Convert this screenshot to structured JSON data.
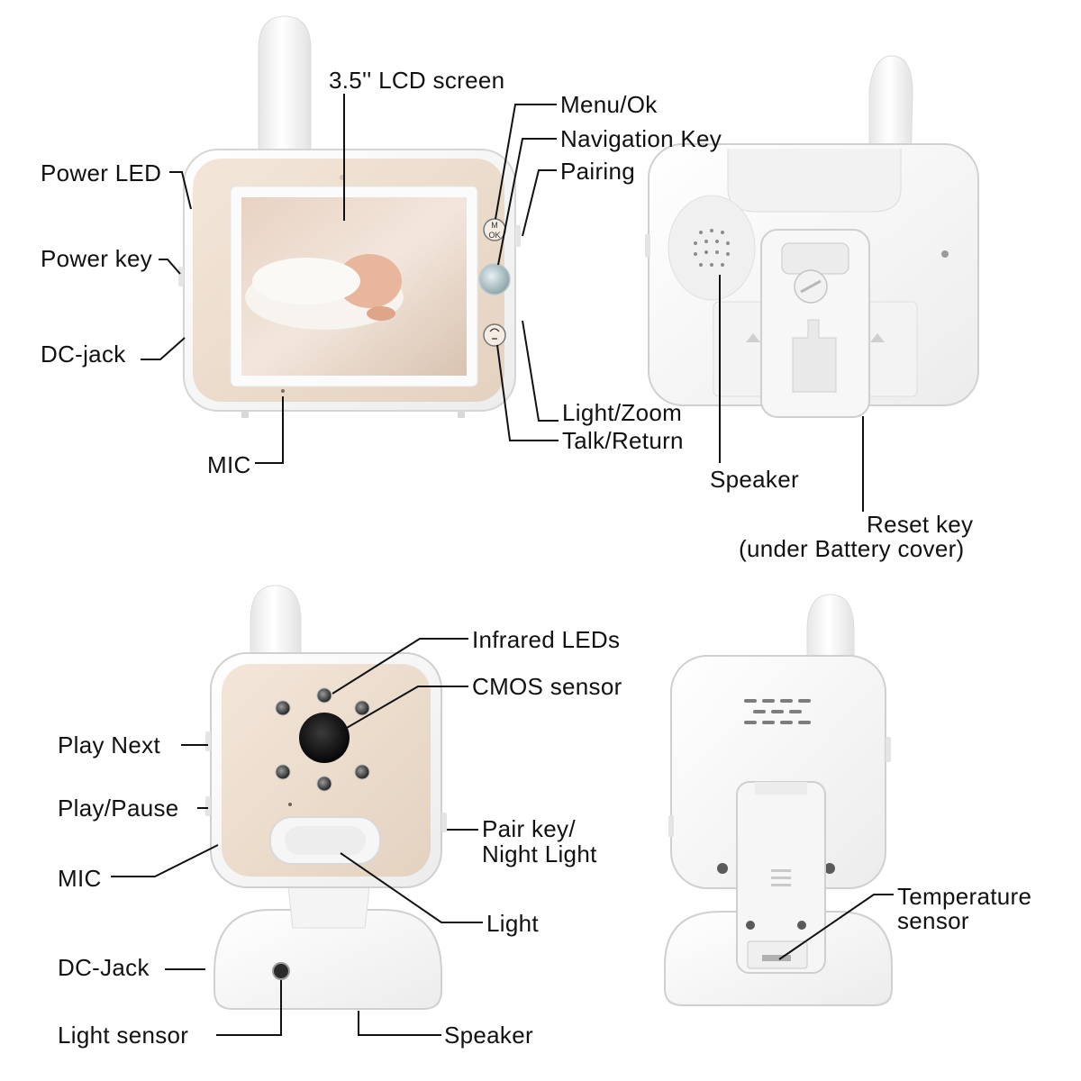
{
  "parent_unit_front": {
    "lcd_screen": "3.5'' LCD screen",
    "menu_ok": "Menu/Ok",
    "navigation_key": "Navigation Key",
    "pairing": "Pairing",
    "power_led": "Power LED",
    "power_key": "Power key",
    "dc_jack": "DC-jack",
    "mic": "MIC",
    "light_zoom": "Light/Zoom",
    "talk_return": "Talk/Return",
    "menu_button_top": "M",
    "menu_button_bottom": "OK"
  },
  "parent_unit_back": {
    "speaker": "Speaker",
    "reset_key_line1": "Reset key",
    "reset_key_line2": "(under Battery cover)"
  },
  "camera_unit_front": {
    "infrared_leds": "Infrared LEDs",
    "cmos_sensor": "CMOS sensor",
    "play_next": "Play Next",
    "play_pause": "Play/Pause",
    "mic": "MIC",
    "pair_key_line1": "Pair key/",
    "pair_key_line2": "Night Light",
    "light": "Light",
    "dc_jack": "DC-Jack",
    "light_sensor": "Light sensor",
    "speaker": "Speaker"
  },
  "camera_unit_back": {
    "temperature_line1": "Temperature",
    "temperature_line2": "sensor"
  },
  "colors": {
    "device_white": "#f4f4f4",
    "device_beige": "#ecdccd",
    "leader_line": "#111111",
    "label_text": "#111111"
  }
}
